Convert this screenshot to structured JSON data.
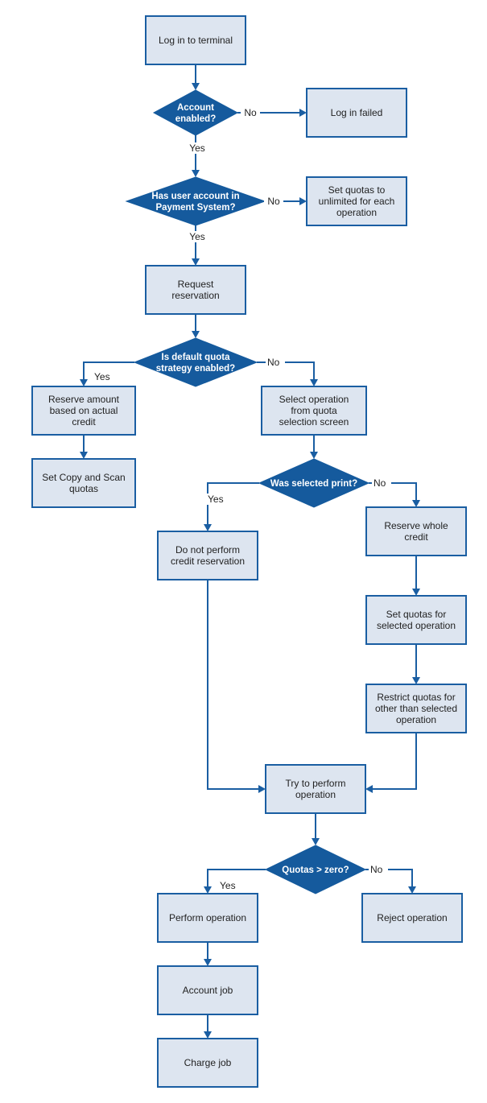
{
  "nodes": {
    "login": "Log in to terminal",
    "account_enabled": "Account\nenabled?",
    "login_failed": "Log in failed",
    "has_account": "Has user account in\nPayment System?",
    "set_unlimited": "Set quotas to\nunlimited for each\noperation",
    "request": "Request\nreservation",
    "default_strategy": "Is default quota\nstrategy enabled?",
    "reserve_amount": "Reserve amount\nbased on actual\ncredit",
    "select_op": "Select operation\nfrom quota\nselection screen",
    "set_copy_scan": "Set Copy and Scan\nquotas",
    "was_print": "Was selected print?",
    "no_reservation": "Do not perform\ncredit reservation",
    "reserve_whole": "Reserve whole\ncredit",
    "set_selected": "Set quotas for\nselected operation",
    "restrict_other": "Restrict quotas for\nother than selected\noperation",
    "try_perform": "Try to perform\noperation",
    "quotas_zero": "Quotas > zero?",
    "perform": "Perform operation",
    "reject": "Reject operation",
    "account_job": "Account job",
    "charge_job": "Charge job"
  },
  "labels": {
    "yes": "Yes",
    "no": "No"
  },
  "colors": {
    "box_fill": "#dde5f0",
    "box_stroke": "#1a5ea2",
    "decision_fill": "#155a9d",
    "edge": "#1a5ea2"
  }
}
